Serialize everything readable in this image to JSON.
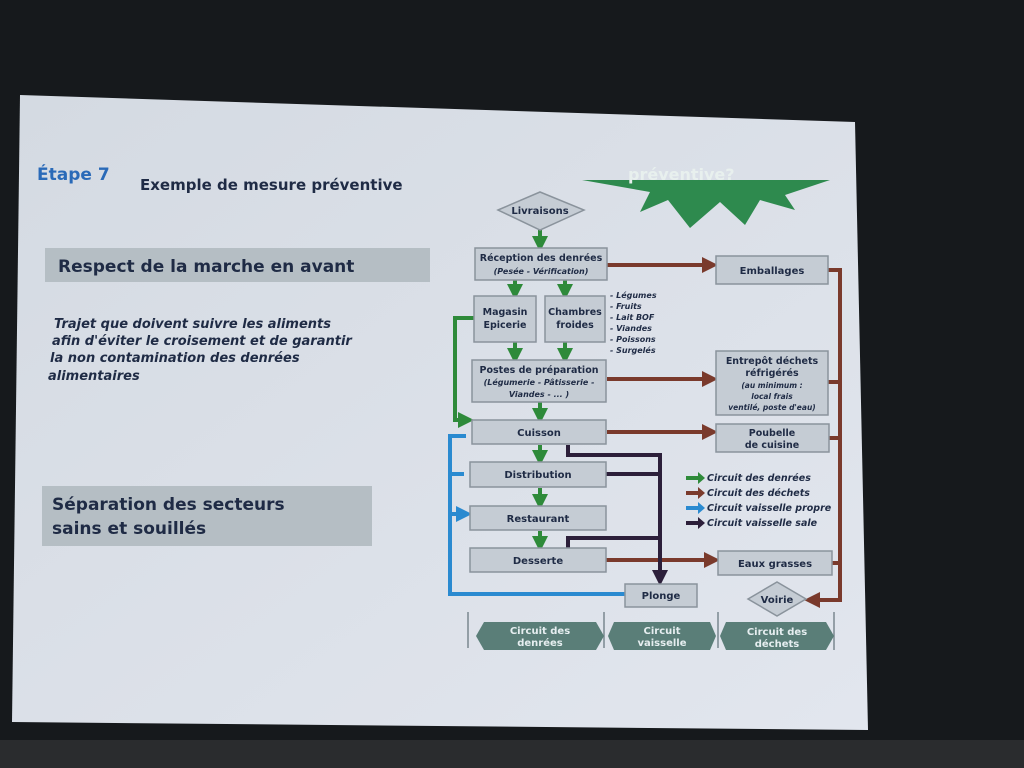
{
  "slide": {
    "step": "Étape 7",
    "title": "Exemple de mesure préventive",
    "star_text": "préventive?",
    "section1": "Respect de la marche en avant",
    "paragraph": [
      "Trajet que doivent suivre les aliments",
      "afin d'éviter le croisement  et de garantir",
      "la   non   contamination   des   denrées",
      "alimentaires"
    ],
    "section2": [
      "Séparation    des    secteurs",
      "sains et souillés"
    ]
  },
  "diagram": {
    "livraisons": "Livraisons",
    "reception": [
      "Réception des denrées",
      "(Pesée - Vérification)"
    ],
    "magasin": [
      "Magasin",
      "Epicerie"
    ],
    "chambres": [
      "Chambres",
      "froides"
    ],
    "chambres_list": [
      "- Légumes",
      "- Fruits",
      "- Lait BOF",
      "- Viandes",
      "- Poissons",
      "- Surgelés"
    ],
    "postes": [
      "Postes de préparation",
      "(Légumerie - Pâtisserie -",
      "Viandes - ... )"
    ],
    "cuisson": "Cuisson",
    "distribution": "Distribution",
    "restaurant": "Restaurant",
    "desserte": "Desserte",
    "plonge": "Plonge",
    "emballages": "Emballages",
    "entrepot": [
      "Entrepôt déchets",
      "réfrigérés",
      "(au minimum :",
      "local frais",
      "ventilé, poste d'eau)"
    ],
    "poubelle": [
      "Poubelle",
      "de cuisine"
    ],
    "eaux": "Eaux grasses",
    "voirie": "Voirie",
    "legend": [
      {
        "label": "Circuit des denrées",
        "color": "#2e8a3a"
      },
      {
        "label": "Circuit des déchets",
        "color": "#7a3a2c"
      },
      {
        "label": "Circuit vaisselle propre",
        "color": "#2a8ad0"
      },
      {
        "label": "Circuit vaisselle sale",
        "color": "#2c1f3a"
      }
    ],
    "bottom": [
      [
        "Circuit des",
        "denrées"
      ],
      [
        "Circuit",
        "vaisselle"
      ],
      [
        "Circuit des",
        "déchets"
      ]
    ]
  }
}
